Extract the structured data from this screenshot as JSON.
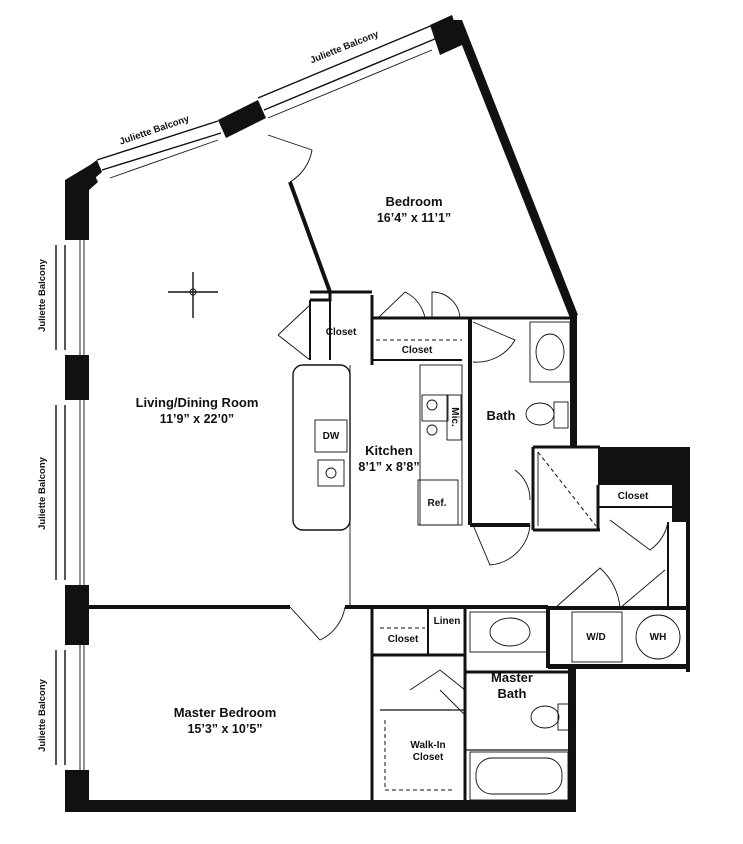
{
  "rooms": {
    "bedroom": {
      "name": "Bedroom",
      "size": "16’4” x 11’1”"
    },
    "living": {
      "name": "Living/Dining Room",
      "size": "11’9” x 22’0”"
    },
    "kitchen": {
      "name": "Kitchen",
      "size": "8’1” x 8’8”"
    },
    "bath": {
      "name": "Bath"
    },
    "master_bedroom": {
      "name": "Master Bedroom",
      "size": "15’3” x 10’5”"
    },
    "master_bath": {
      "name": "Master Bath"
    }
  },
  "labels": {
    "closet_a": "Closet",
    "closet_b": "Closet",
    "closet_c": "Closet",
    "closet_d": "Closet",
    "linen": "Linen",
    "walk_in": "Walk-In\nCloset",
    "dw": "DW",
    "mic": "Mic.",
    "ref": "Ref.",
    "wd": "W/D",
    "wh": "WH"
  },
  "balconies": {
    "top_left": "Juliette Balcony",
    "top_right": "Juliette Balcony",
    "left_upper": "Juliette Balcony",
    "left_middle": "Juliette Balcony",
    "left_lower": "Juliette Balcony"
  }
}
